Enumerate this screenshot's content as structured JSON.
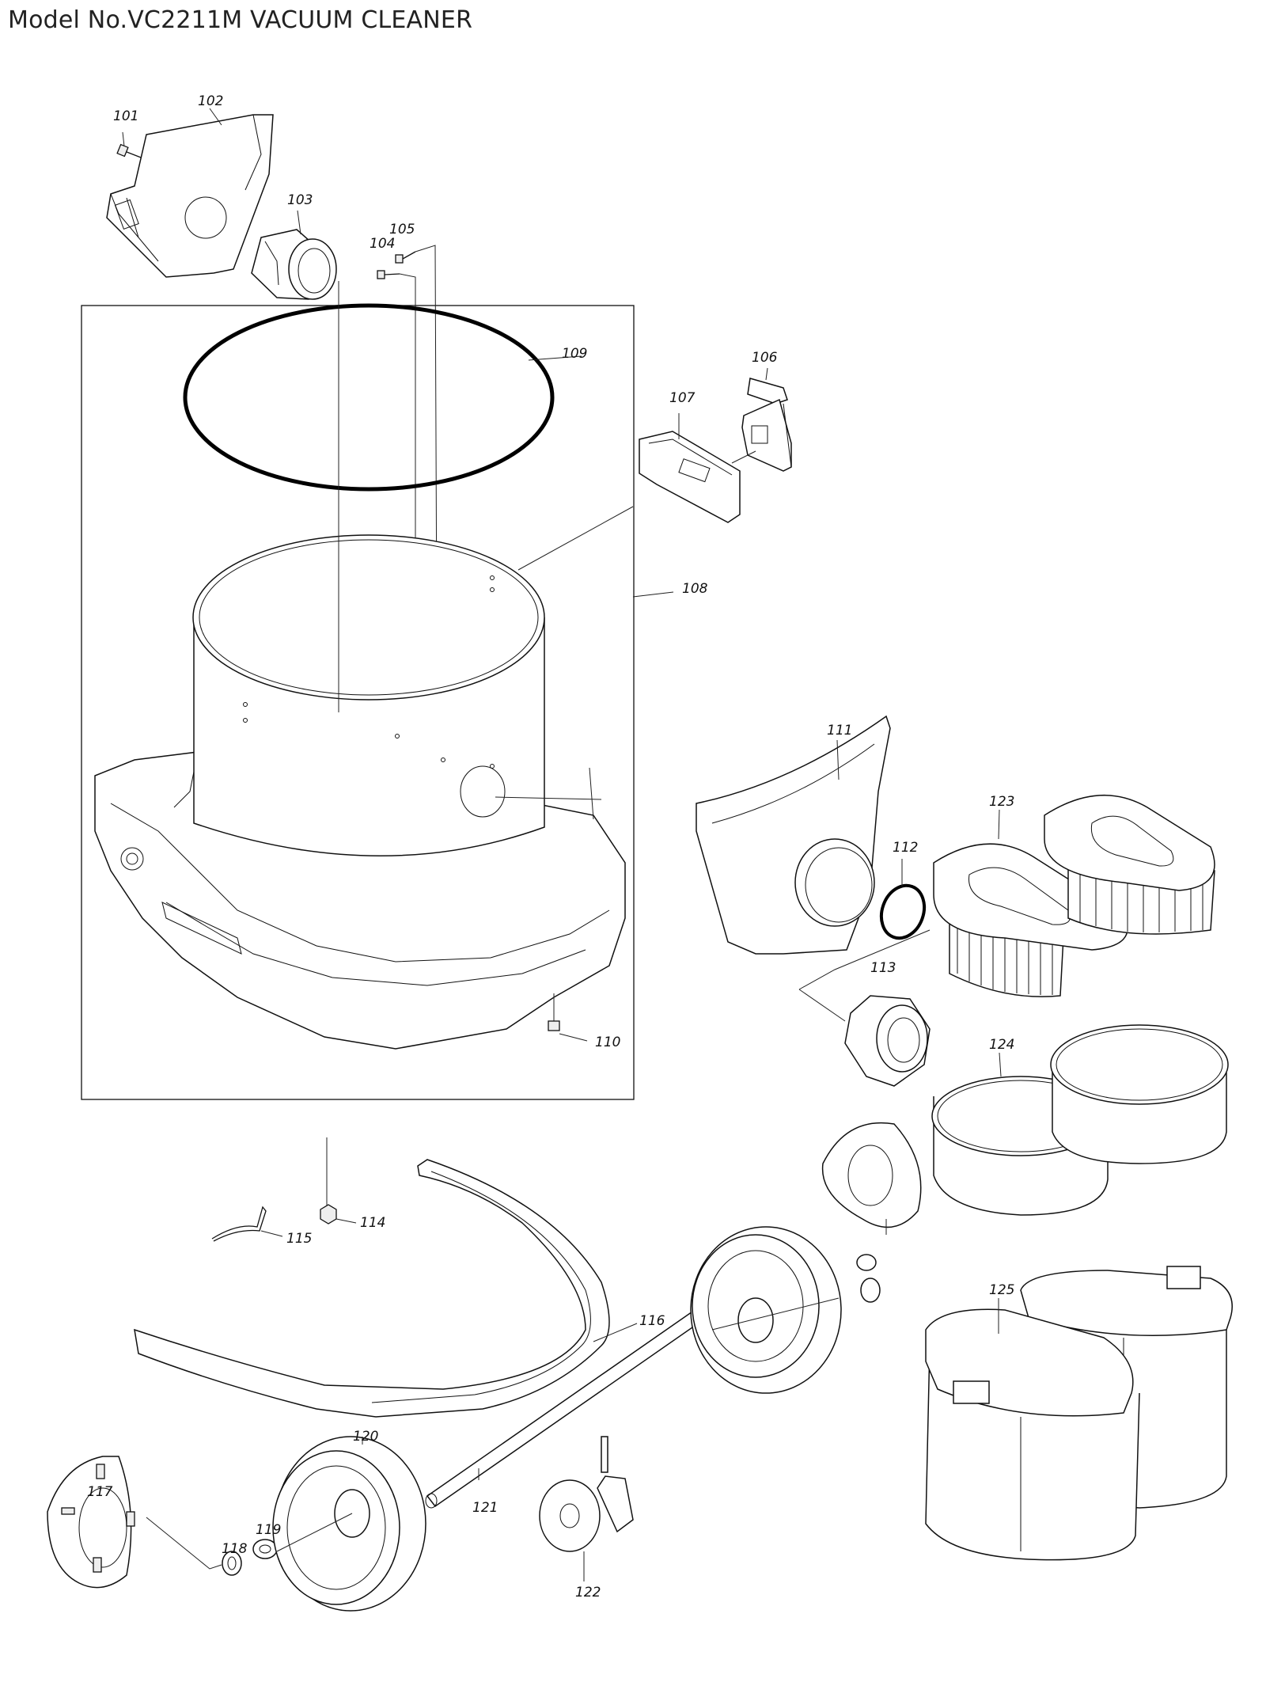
{
  "title": "Model No.VC2211M VACUUM CLEANER",
  "part_numbers": {
    "p101": "101",
    "p102": "102",
    "p103": "103",
    "p104": "104",
    "p105": "105",
    "p106": "106",
    "p107": "107",
    "p108": "108",
    "p109": "109",
    "p110": "110",
    "p111": "111",
    "p112": "112",
    "p113": "113",
    "p114": "114",
    "p115": "115",
    "p116": "116",
    "p117": "117",
    "p118": "118",
    "p119": "119",
    "p120": "120",
    "p121": "121",
    "p122": "122",
    "p123": "123",
    "p124": "124",
    "p125": "125"
  }
}
